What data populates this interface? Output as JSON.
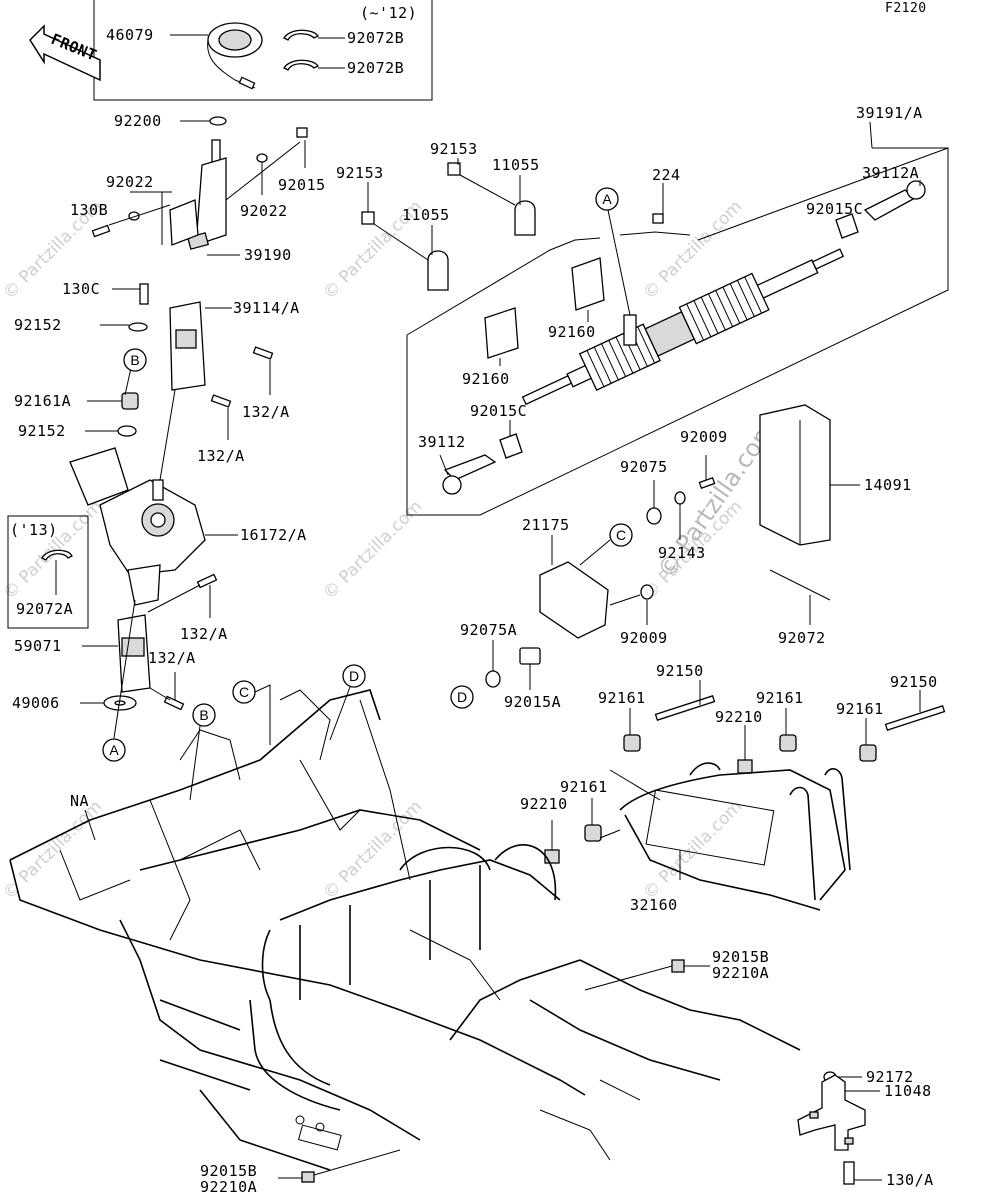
{
  "figure_code": "F2120",
  "front_label": "FRONT",
  "watermarks": [
    "© Partzilla.com"
  ],
  "watermark_main": "© Partzilla.com",
  "inset_notes": {
    "upto12": "(~'12)",
    "from13": "('13)"
  },
  "callouts": [
    "A",
    "B",
    "C",
    "D"
  ],
  "parts": {
    "p46079": "46079",
    "p92072B_1": "92072B",
    "p92072B_2": "92072B",
    "p92200": "92200",
    "p92015": "92015",
    "p92022_1": "92022",
    "p92022_2": "92022",
    "p130B": "130B",
    "p39190": "39190",
    "p130C": "130C",
    "p39114A": "39114/A",
    "p92152_1": "92152",
    "p92161A": "92161A",
    "p92152_2": "92152",
    "p132A_1": "132/A",
    "p132A_2": "132/A",
    "p16172A": "16172/A",
    "p92072A": "92072A",
    "p132A_3": "132/A",
    "p59071": "59071",
    "p132A_4": "132/A",
    "p49006": "49006",
    "pNA": "NA",
    "p92153_1": "92153",
    "p11055_1": "11055",
    "p92153_2": "92153",
    "p11055_2": "11055",
    "p224": "224",
    "p39191A": "39191/A",
    "p39112A": "39112A",
    "p92015C_1": "92015C",
    "p92160_1": "92160",
    "p92160_2": "92160",
    "p92015C_2": "92015C",
    "p39112": "39112",
    "p92009_1": "92009",
    "p92075": "92075",
    "p14091": "14091",
    "p21175": "21175",
    "p92143": "92143",
    "p92009_2": "92009",
    "p92072": "92072",
    "p92075A": "92075A",
    "p92015A": "92015A",
    "p92150_1": "92150",
    "p92161_1": "92161",
    "p92161_2": "92161",
    "p92210_1": "92210",
    "p92150_2": "92150",
    "p92161_3": "92161",
    "p92161_4": "92161",
    "p92210_2": "92210",
    "p32160": "32160",
    "p92015B_1": "92015B",
    "p92210A_1": "92210A",
    "p92172": "92172",
    "p11048": "11048",
    "p130A": "130/A",
    "p92015B_2": "92015B",
    "p92210A_2": "92210A"
  }
}
